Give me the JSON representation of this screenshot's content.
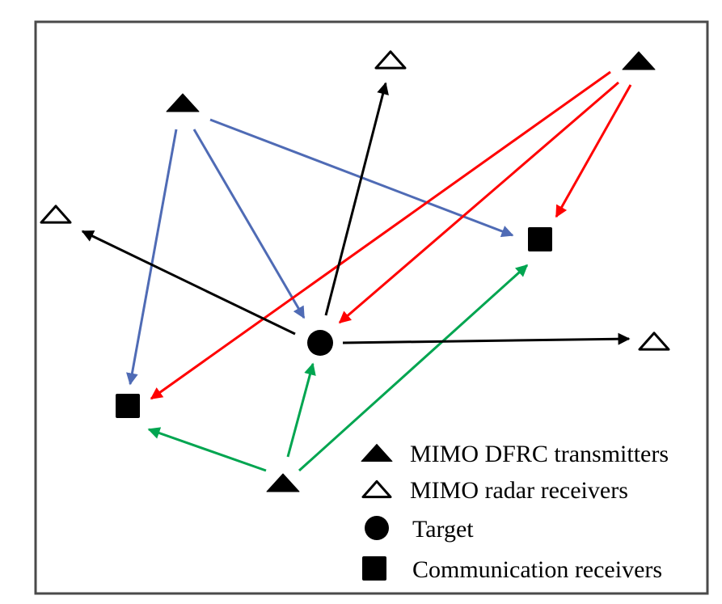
{
  "colors": {
    "frame": "#4a4a4a",
    "node": "#000000",
    "radar_link": "#000000",
    "tx_top_left_link": "#4f6bb5",
    "tx_top_right_link": "#ff0000",
    "tx_bottom_link": "#00a550"
  },
  "nodes": [
    {
      "id": "tx1",
      "type": "dfrc-transmitter",
      "label": "MIMO DFRC transmitter (top-left)"
    },
    {
      "id": "tx2",
      "type": "dfrc-transmitter",
      "label": "MIMO DFRC transmitter (top-right)"
    },
    {
      "id": "tx3",
      "type": "dfrc-transmitter",
      "label": "MIMO DFRC transmitter (bottom)"
    },
    {
      "id": "rx1",
      "type": "radar-receiver",
      "label": "MIMO radar receiver (top)"
    },
    {
      "id": "rx2",
      "type": "radar-receiver",
      "label": "MIMO radar receiver (left)"
    },
    {
      "id": "rx3",
      "type": "radar-receiver",
      "label": "MIMO radar receiver (right)"
    },
    {
      "id": "target",
      "type": "target",
      "label": "Target"
    },
    {
      "id": "cu1",
      "type": "comm-receiver",
      "label": "Communication receiver (left)"
    },
    {
      "id": "cu2",
      "type": "comm-receiver",
      "label": "Communication receiver (right)"
    }
  ],
  "links": [
    {
      "from": "tx1",
      "to": "cu1",
      "color_key": "tx_top_left_link"
    },
    {
      "from": "tx1",
      "to": "target",
      "color_key": "tx_top_left_link"
    },
    {
      "from": "tx1",
      "to": "cu2",
      "color_key": "tx_top_left_link"
    },
    {
      "from": "tx2",
      "to": "cu1",
      "color_key": "tx_top_right_link"
    },
    {
      "from": "tx2",
      "to": "target",
      "color_key": "tx_top_right_link"
    },
    {
      "from": "tx2",
      "to": "cu2",
      "color_key": "tx_top_right_link"
    },
    {
      "from": "tx3",
      "to": "cu1",
      "color_key": "tx_bottom_link"
    },
    {
      "from": "tx3",
      "to": "target",
      "color_key": "tx_bottom_link"
    },
    {
      "from": "tx3",
      "to": "cu2",
      "color_key": "tx_bottom_link"
    },
    {
      "from": "target",
      "to": "rx1",
      "color_key": "radar_link"
    },
    {
      "from": "target",
      "to": "rx2",
      "color_key": "radar_link"
    },
    {
      "from": "target",
      "to": "rx3",
      "color_key": "radar_link"
    }
  ],
  "legend": {
    "items": [
      {
        "symbol": "filled-triangle",
        "label": "MIMO DFRC transmitters"
      },
      {
        "symbol": "open-triangle",
        "label": "MIMO radar receivers"
      },
      {
        "symbol": "filled-circle",
        "label": "Target"
      },
      {
        "symbol": "filled-square",
        "label": "Communication receivers"
      }
    ]
  }
}
